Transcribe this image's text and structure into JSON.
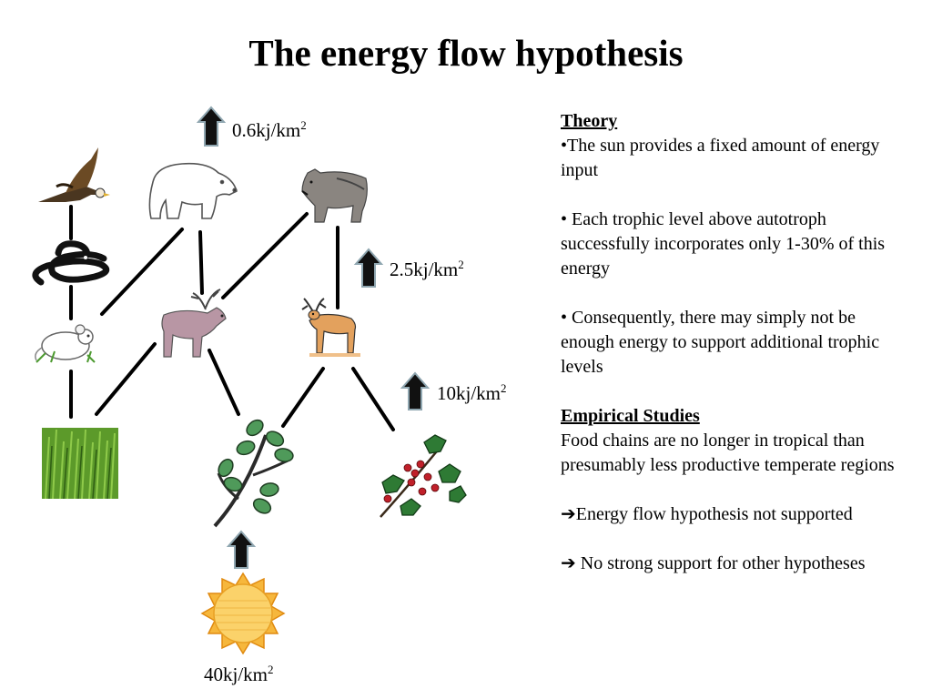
{
  "title": "The energy flow hypothesis",
  "energy_labels": [
    {
      "value": "0.6kj/km",
      "sup": "2"
    },
    {
      "value": "2.5kj/km",
      "sup": "2"
    },
    {
      "value": "10kj/km",
      "sup": "2"
    },
    {
      "value": "40kj/km",
      "sup": "2"
    }
  ],
  "theory": {
    "heading": "Theory",
    "points": [
      "•The sun provides a fixed amount of energy input",
      "• Each trophic level above autotroph successfully incorporates only 1-30% of this energy",
      "• Consequently, there may simply not be enough energy to support additional trophic levels"
    ]
  },
  "empirical": {
    "heading": "Empirical Studies",
    "body": "Food chains are no longer in tropical than presumably less productive temperate regions",
    "conclusions": [
      "➔Energy flow hypothesis not supported",
      "➔ No strong support for other hypotheses"
    ]
  },
  "colors": {
    "arrow_fill": "#111111",
    "arrow_outline": "#8fa6b0",
    "sun": "#f6b73c",
    "grass": "#5c9a2a",
    "leaf": "#4f9a5a",
    "berry": "#c0202a"
  },
  "organisms": [
    "eagle-icon",
    "snake-icon",
    "mouse-icon",
    "grass-icon",
    "polar-bear-icon",
    "wolf-icon",
    "elk-icon",
    "deer-icon",
    "leaf-branch-icon",
    "holly-icon",
    "sun-icon"
  ]
}
